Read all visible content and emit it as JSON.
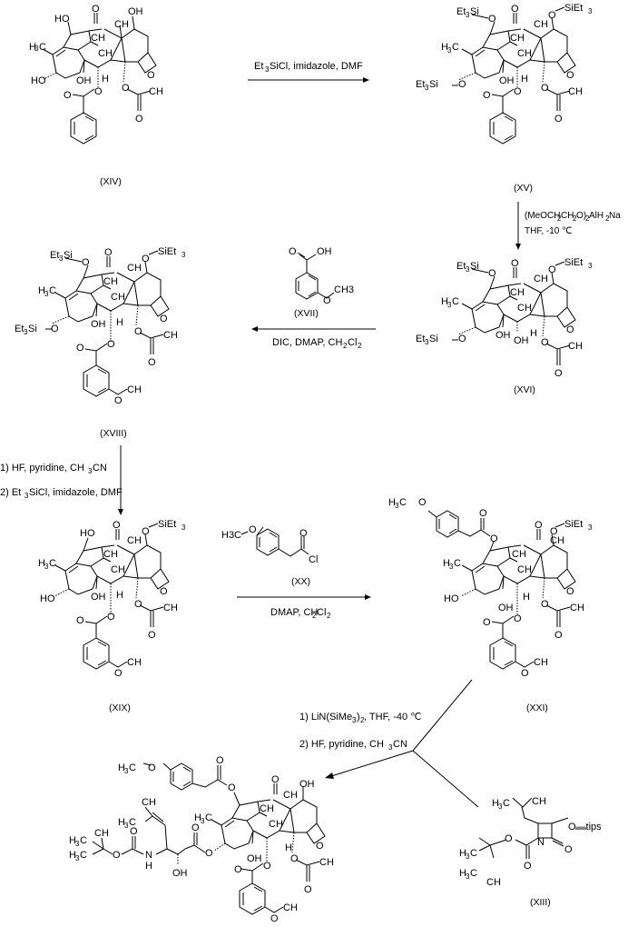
{
  "title": "Synthesis scheme of 2'-substituted taxane derivative",
  "compounds": {
    "XIV": {
      "label": "(XIV)",
      "core": "taxane",
      "c7": "OH",
      "c10": "OH",
      "c13": "HO",
      "c1": "OH",
      "c2": "benzoate",
      "c4": "acetate",
      "c9": "ketone"
    },
    "XV": {
      "label": "(XV)",
      "core": "taxane",
      "c7": "O-SiEt3",
      "c10": "Et3Si-O",
      "c13": "Et3Si-O",
      "c1": "OH",
      "c2": "benzoate",
      "c4": "acetate"
    },
    "XVI": {
      "label": "(XVI)",
      "core": "taxane",
      "c7": "O-SiEt3",
      "c10": "Et3Si-O",
      "c13": "Et3Si-O",
      "c1": "OH",
      "c2": "OH",
      "c4": "acetate"
    },
    "XVII": {
      "label": "(XVII)",
      "name": "3-methoxybenzoic acid",
      "atoms": {
        "O": "O",
        "OH": "OH",
        "CH3": "CH3"
      }
    },
    "XVIII": {
      "label": "(XVIII)",
      "core": "taxane",
      "c7": "O-SiEt3",
      "c10": "Et3Si-O",
      "c13": "Et3Si-O",
      "c1": "OH",
      "c2": "3-methoxybenzoate",
      "c4": "acetate"
    },
    "XIX": {
      "label": "(XIX)",
      "core": "taxane",
      "c7": "O-SiEt3",
      "c10": "HO",
      "c13": "HO",
      "c1": "OH",
      "c2": "3-methoxybenzoate",
      "c4": "acetate"
    },
    "XX": {
      "label": "(XX)",
      "name": "4-methoxyphenylacetyl chloride",
      "atoms": {
        "H3C": "H3C",
        "O": "O",
        "Cl": "Cl"
      }
    },
    "XXI": {
      "label": "(XXI)",
      "core": "taxane",
      "c7": "O-SiEt3",
      "c10": "4-methoxyphenylacetate",
      "c13": "HO",
      "c1": "OH",
      "c2": "3-methoxybenzoate",
      "c4": "acetate"
    },
    "XIII": {
      "label": "(XIII)",
      "name": "beta-lactam",
      "atoms": {
        "N": "N",
        "O": "O",
        "tips": "O—tips"
      }
    },
    "product": {
      "label": "",
      "core": "taxane",
      "c7": "OH",
      "c10": "4-methoxyphenylacetate",
      "c13": "side chain (Boc-NH, 2'-OH, isobutenyl)",
      "c2": "3-methoxybenzoate",
      "c4": "acetate"
    }
  },
  "atom_text": {
    "HO": "HO",
    "OH": "OH",
    "O": "O",
    "H": "H",
    "CH": "CH",
    "H3": "3",
    "C": "C",
    "H3C_H": "H",
    "Et": "Et",
    "Si": "Si",
    "SiEt": "SiEt",
    "three": "3",
    "two": "2",
    "N": "N",
    "Cl": "Cl",
    "tips": "tips"
  },
  "reactions": [
    {
      "id": "r1",
      "from": "XIV",
      "to": "XV",
      "direction": "right",
      "reagents_line1": "Et",
      "reagents_line1_sub": "3",
      "reagents_line1_rest": "SiCl, imidazole, DMF"
    },
    {
      "id": "r2",
      "from": "XV",
      "to": "XVI",
      "direction": "down",
      "reagents_line1": "(MeOCH2CH2O)2AlH2Na",
      "reagents_line2": "THF, -10 °C"
    },
    {
      "id": "r3",
      "from": "XVI",
      "to": "XVIII",
      "direction": "left",
      "reagent_compound": "XVII",
      "reagents_line1": "DIC, DMAP, CH2Cl2"
    },
    {
      "id": "r4",
      "from": "XVIII",
      "to": "XIX",
      "direction": "down",
      "reagents_line1": "1) HF, pyridine, CH3CN",
      "reagents_line2": "2) Et3SiCl, imidazole, DMF"
    },
    {
      "id": "r5",
      "from": "XIX",
      "to": "XXI",
      "direction": "right",
      "reagent_compound": "XX",
      "reagents_line1": "DMAP, CH2Cl2"
    },
    {
      "id": "r6",
      "from": [
        "XXI",
        "XIII"
      ],
      "to": "product",
      "direction": "converging-left",
      "reagents_line1": "1) LiN(SiMe3)2, THF, -40 °C",
      "reagents_line2": "2) HF, pyridine, CH3CN"
    }
  ],
  "reagent_text": {
    "r1": {
      "a": "Et",
      "s": "3",
      "b": "SiCl, imidazole, DMF"
    },
    "r2a": {
      "a": "(MeOCH",
      "s1": "2",
      "b": "CH",
      "s2": "2",
      "c": "O)",
      "s3": "2",
      "d": "AlH",
      "s4": "2",
      "e": "Na"
    },
    "r2b": "THF, -10 ℃",
    "r3": {
      "a": "DIC, DMAP, CH",
      "s1": "2",
      "b": "Cl",
      "s2": "2"
    },
    "r4a": {
      "a": "1) HF, pyridine, CH",
      "s": "3",
      "b": "CN"
    },
    "r4b": {
      "a": "2) Et",
      "s": "3",
      "b": "SiCl, imidazole, DMF"
    },
    "r5": {
      "a": "DMAP, CH",
      "s1": "2",
      "b": "Cl",
      "s2": "2"
    },
    "r6a": {
      "a": "1) LiN(SiMe",
      "s1": "3",
      "b": ")",
      "s2": "2",
      "c": ", THF, -40 ℃"
    },
    "r6b": {
      "a": "2) HF, pyridine, CH",
      "s": "3",
      "b": "CN"
    }
  }
}
